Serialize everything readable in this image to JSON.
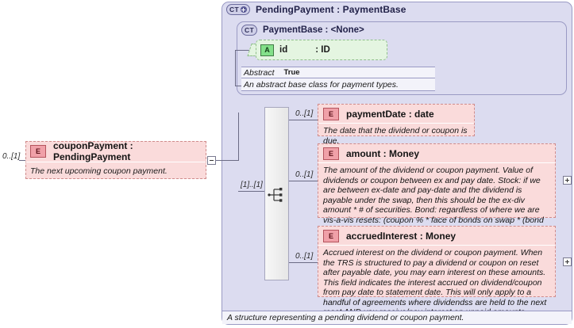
{
  "diagram": {
    "outer_type": {
      "badge": "CT",
      "badge_icon": "complextype-expand-icon",
      "title": "PendingPayment : PaymentBase",
      "documentation": "A structure representing a pending dividend or coupon payment."
    },
    "base_type": {
      "badge": "CT",
      "title": "PaymentBase : <None>",
      "attribute": {
        "badge": "A",
        "name": "id",
        "type": ": ID"
      },
      "property_key": "Abstract",
      "property_value": "True",
      "documentation": "An abstract base class for payment types."
    },
    "referencing_element": {
      "badge": "E",
      "occurrence": "0..[1]",
      "title": "couponPayment : PendingPayment",
      "documentation": "The next upcoming coupon payment."
    },
    "compositor": {
      "kind": "sequence",
      "occurrence": "[1]..[1]",
      "icon": "sequence-icon"
    },
    "children": [
      {
        "badge": "E",
        "occurrence": "0..[1]",
        "title": "paymentDate : date",
        "documentation": "The date that the dividend or coupon is due.",
        "expandable": false
      },
      {
        "badge": "E",
        "occurrence": "0..[1]",
        "title": "amount   : Money",
        "documentation": "The amount of the dividend or coupon payment. Value of dividends or coupon between ex and pay date. Stock: if we are between ex-date and pay-date and the dividend is payable under the swap, then this should be the ex-div amount * # of securities. Bond: regardless of where we are vis-a-vis resets: (coupon % * face of bonds on swap * (bond day count fraction using days last coupon pay date of the bond through today).",
        "expandable": true
      },
      {
        "badge": "E",
        "occurrence": "0..[1]",
        "title": "accruedInterest : Money",
        "documentation": "Accrued interest on the dividend or coupon payment. When the TRS is structured to pay a dividend or coupon on reset after payable date, you may earn interest on these amounts. This field indicates the interest accrued on dividend/coupon from pay date to statement date. This will only apply to a handful of agreements where dividendss are held to the next reset AND you receive/pay interest on unpaid amounts.",
        "expandable": true
      }
    ],
    "colors": {
      "panel_background": "#dcdcf0",
      "panel_border": "#9a9ac4",
      "element_background": "#fadbdb",
      "element_border": "#d08c8c",
      "attribute_background": "#e4f5e1",
      "attribute_border": "#8fbf8a",
      "element_badge": "#f0a0a8",
      "attribute_badge": "#83e08a",
      "connector": "#6b6b85"
    }
  }
}
